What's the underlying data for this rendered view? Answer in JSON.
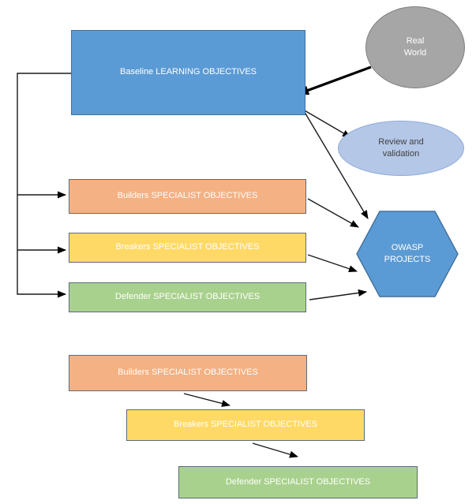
{
  "diagram": {
    "type": "flow-diagram",
    "nodes": {
      "baseline": {
        "label": "Baseline LEARNING OBJECTIVES",
        "shape": "rectangle",
        "fill": "#5B9BD5"
      },
      "real_world": {
        "label": "Real\nWorld",
        "shape": "circle",
        "fill": "#A6A6A6"
      },
      "review": {
        "label": "Review and\nvalidation",
        "shape": "ellipse",
        "fill": "#B4C7E7"
      },
      "builders": {
        "label": "Builders SPECIALIST OBJECTIVES",
        "shape": "rectangle",
        "fill": "#F4B183"
      },
      "breakers": {
        "label": "Breakers SPECIALIST OBJECTIVES",
        "shape": "rectangle",
        "fill": "#FFD966"
      },
      "defender": {
        "label": "Defender SPECIALIST OBJECTIVES",
        "shape": "rectangle",
        "fill": "#A9D18E"
      },
      "owasp": {
        "label": "OWASP\nPROJECTS",
        "shape": "hexagon",
        "fill": "#5B9BD5"
      },
      "builders2": {
        "label": "Builders SPECIALIST OBJECTIVES",
        "shape": "rectangle",
        "fill": "#F4B183"
      },
      "breakers2": {
        "label": "Breakers SPECIALIST OBJECTIVES",
        "shape": "rectangle",
        "fill": "#FFD966"
      },
      "defender2": {
        "label": "Defender SPECIALIST OBJECTIVES",
        "shape": "rectangle",
        "fill": "#A9D18E"
      }
    },
    "edges": [
      {
        "from": "baseline",
        "to": "builders",
        "style": "elbow-arrow"
      },
      {
        "from": "baseline",
        "to": "breakers",
        "style": "elbow-arrow"
      },
      {
        "from": "baseline",
        "to": "defender",
        "style": "elbow-arrow"
      },
      {
        "from": "real_world",
        "to": "baseline",
        "style": "thick-arrow"
      },
      {
        "from": "baseline",
        "to": "review",
        "style": "arrow"
      },
      {
        "from": "baseline",
        "to": "owasp",
        "style": "arrow"
      },
      {
        "from": "builders",
        "to": "owasp",
        "style": "arrow"
      },
      {
        "from": "breakers",
        "to": "owasp",
        "style": "arrow"
      },
      {
        "from": "defender",
        "to": "owasp",
        "style": "arrow"
      },
      {
        "from": "builders2",
        "to": "breakers2",
        "style": "arrow"
      },
      {
        "from": "breakers2",
        "to": "defender2",
        "style": "arrow"
      }
    ],
    "colors": {
      "blue": "#5B9BD5",
      "blue_border": "#41719C",
      "orange": "#F4B183",
      "yellow": "#FFD966",
      "green": "#A9D18E",
      "gray": "#A6A6A6",
      "gray_border": "#7F7F7F",
      "light_blue": "#B4C7E7",
      "light_blue_border": "#8FAADC",
      "rect_border": "#5D6B7A",
      "arrow": "#000000",
      "background": "#FFFFFF"
    }
  }
}
